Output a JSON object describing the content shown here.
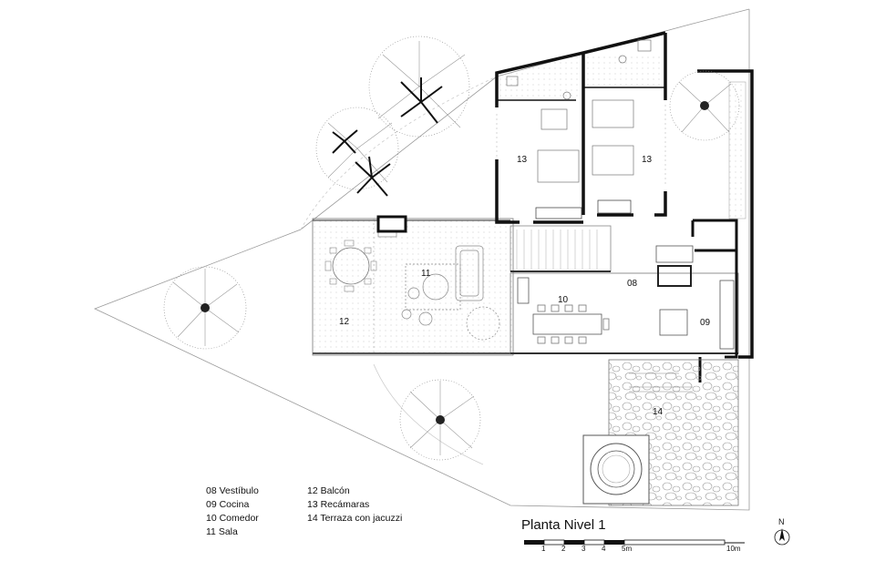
{
  "rooms": {
    "r08": "08",
    "r09": "09",
    "r10": "10",
    "r11": "11",
    "r12": "12",
    "r13a": "13",
    "r13b": "13",
    "r14": "14"
  },
  "legend": {
    "col1": [
      "08 Vestíbulo",
      "09 Cocina",
      "10 Comedor",
      "11 Sala"
    ],
    "col2": [
      "12 Balcón",
      "13 Recámaras",
      "14 Terraza con jacuzzi"
    ]
  },
  "title": "Planta Nivel 1",
  "scale": {
    "ticks": [
      "1",
      "2",
      "3",
      "4",
      "5m",
      "10m"
    ]
  },
  "north": "N"
}
